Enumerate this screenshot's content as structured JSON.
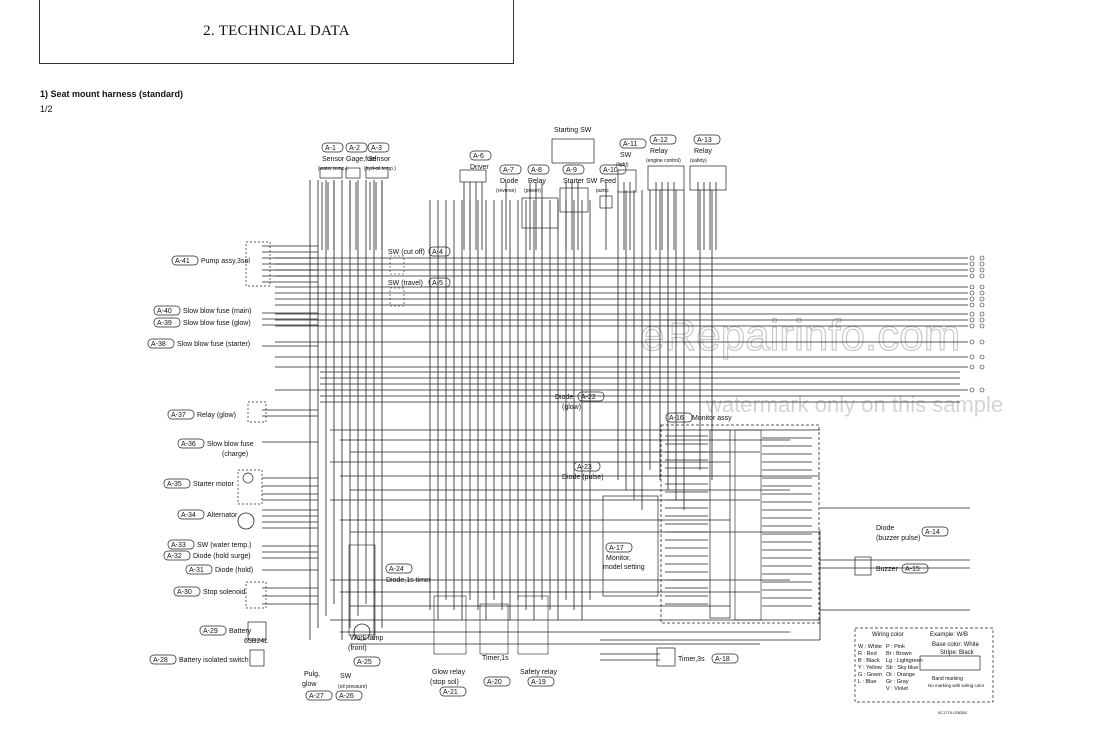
{
  "header": {
    "title": "2. TECHNICAL DATA"
  },
  "section": {
    "heading": "1)   Seat mount harness (standard)",
    "page": "1/2"
  },
  "watermark": {
    "main": "eRepairinfo.com",
    "sub": "watermark only on this sample"
  },
  "top_connectors": [
    {
      "id": "A-1",
      "label": "Sensor",
      "sub": "(water temp.)"
    },
    {
      "id": "A-2",
      "label": "Gage,fuel",
      "sub": ""
    },
    {
      "id": "A-3",
      "label": "Sensor",
      "sub": "(hyd-oil temp.)"
    },
    {
      "id": "A-6",
      "label": "Driver",
      "sub": ""
    },
    {
      "id": "A-7",
      "label": "Diode",
      "sub": "(reverse)"
    },
    {
      "id": "A-8",
      "label": "Relay",
      "sub": "(power)"
    },
    {
      "id": "A-9",
      "label": "Starter SW",
      "sub": ""
    },
    {
      "id": "A-10",
      "label": "Feed",
      "sub": "pump"
    },
    {
      "id": "A-11",
      "label": "SW",
      "sub": "(light)"
    },
    {
      "id": "A-12",
      "label": "Relay",
      "sub": "(engine control)"
    },
    {
      "id": "A-13",
      "label": "Relay",
      "sub": "(safety)"
    }
  ],
  "starting_sw_label": "Starting SW",
  "left_connectors": [
    {
      "id": "A-41",
      "label": "Pump assy,3sol"
    },
    {
      "id": "A-40",
      "label": "Slow blow fuse (main)"
    },
    {
      "id": "A-39",
      "label": "Slow blow fuse (glow)"
    },
    {
      "id": "A-38",
      "label": "Slow blow fuse (starter)"
    },
    {
      "id": "A-37",
      "label": "Relay (glow)"
    },
    {
      "id": "A-36",
      "label": "Slow blow fuse",
      "sub": "(charge)"
    },
    {
      "id": "A-35",
      "label": "Starter motor"
    },
    {
      "id": "A-34",
      "label": "Alternator"
    },
    {
      "id": "A-33",
      "label": "SW (water temp.)"
    },
    {
      "id": "A-32",
      "label": "Diode (hold surge)"
    },
    {
      "id": "A-31",
      "label": "Diode (hold)"
    },
    {
      "id": "A-30",
      "label": "Stop solenoid"
    },
    {
      "id": "A-29",
      "label": "Battery",
      "sub": "65B24L"
    },
    {
      "id": "A-28",
      "label": "Battery isolated switch"
    }
  ],
  "mid_labels": {
    "a4": {
      "id": "A-4",
      "label": "SW (cut off)"
    },
    "a5": {
      "id": "A-5",
      "label": "SW (travel)"
    },
    "a22": {
      "id": "A-22",
      "label": "Diode",
      "sub": "(glow)"
    },
    "a16": {
      "id": "A-16",
      "label": "Monitor assy"
    },
    "a23": {
      "id": "A-23",
      "label": "Diode (pulse)"
    },
    "a17": {
      "id": "A-17",
      "label": "Monitor,",
      "sub": "model setting"
    },
    "a24": {
      "id": "A-24",
      "label": "Diode,1s timer"
    },
    "a14": {
      "id": "A-14",
      "label": "Diode",
      "sub": "(buzzer pulse)"
    },
    "a15": {
      "id": "A-15",
      "label": "Buzzer"
    },
    "a18": {
      "id": "A-18",
      "label": "Timer,3s"
    }
  },
  "bottom_connectors": [
    {
      "id": "A-27",
      "label": "Pulg,",
      "sub": "glow"
    },
    {
      "id": "A-26",
      "label": "SW",
      "sub": "(oil pressure)"
    },
    {
      "id": "A-25",
      "label": "Work lamp",
      "sub": "(front)"
    },
    {
      "id": "A-21",
      "label": "Glow relay",
      "sub": "(stop sol)"
    },
    {
      "id": "A-20",
      "label": "Timer,1s",
      "sub": ""
    },
    {
      "id": "A-19",
      "label": "Safety relay",
      "sub": ""
    }
  ],
  "legend": {
    "title": "Wiring color",
    "example_title": "Example: W/B",
    "base": "Base color: White",
    "stripe": "Stripe: Black",
    "marking": "Band marking",
    "marking_sub": "No marking with wiring color",
    "colors": [
      [
        "W : White",
        "P : Pink"
      ],
      [
        "R : Red",
        "Br : Brown"
      ],
      [
        "B : Black",
        "Lg : Lightgreen"
      ],
      [
        "Y : Yellow",
        "Sb : Sky blue"
      ],
      [
        "G : Green",
        "Or : Orange"
      ],
      [
        "L : Blue",
        "Gr : Gray"
      ],
      [
        "",
        "V : Violet"
      ]
    ]
  },
  "doc_code": "0C1770-0282B2"
}
